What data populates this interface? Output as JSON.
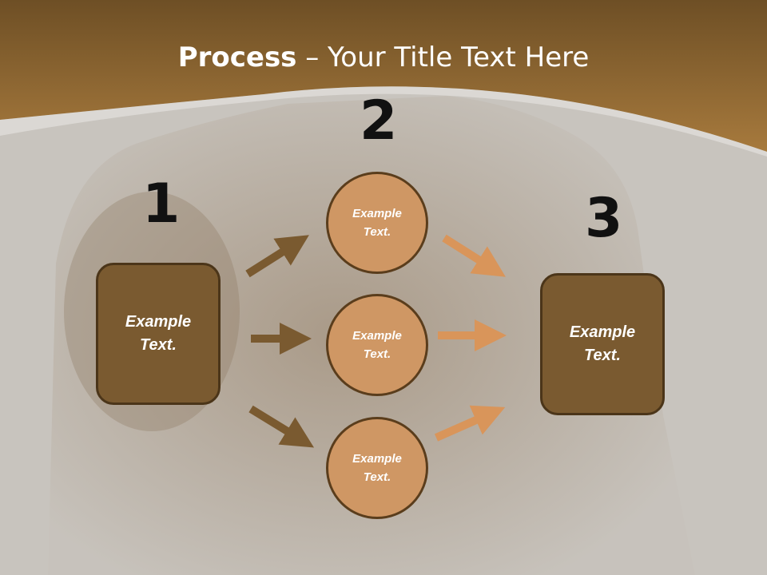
{
  "title": {
    "bold": "Process",
    "rest": " – Your Title Text Here"
  },
  "steps": {
    "one": "1",
    "two": "2",
    "three": "3"
  },
  "left_box": {
    "text_line1": "Example",
    "text_line2": "Text."
  },
  "right_box": {
    "text_line1": "Example",
    "text_line2": "Text."
  },
  "circles": [
    {
      "line1": "Example",
      "line2": "Text."
    },
    {
      "line1": "Example",
      "line2": "Text."
    },
    {
      "line1": "Example",
      "line2": "Text."
    }
  ],
  "colors": {
    "header_brown": "#8a6330",
    "box_fill": "#7a5a30",
    "circle_fill": "#cf9764",
    "arrow_dark": "#7a5a30",
    "arrow_light": "#d9955a"
  }
}
